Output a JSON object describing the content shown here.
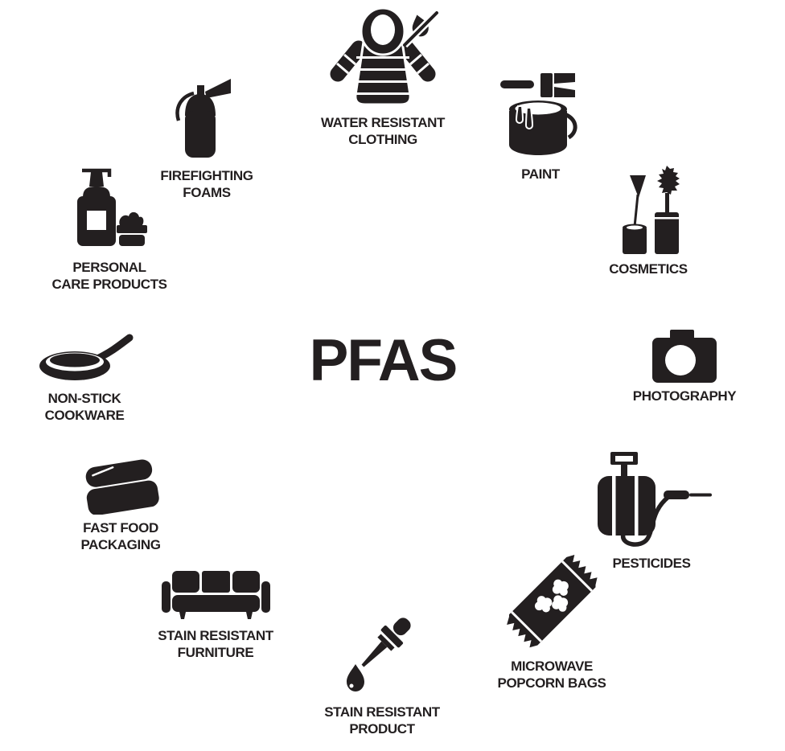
{
  "title": "PFAS",
  "colors": {
    "ink": "#231f20",
    "background": "#ffffff"
  },
  "items": [
    {
      "id": "water-resistant-clothing",
      "label": "WATER RESISTANT\nCLOTHING",
      "icon": "jacket-icon"
    },
    {
      "id": "paint",
      "label": "PAINT",
      "icon": "paint-can-icon"
    },
    {
      "id": "cosmetics",
      "label": "COSMETICS",
      "icon": "cosmetics-icon"
    },
    {
      "id": "photography",
      "label": "PHOTOGRAPHY",
      "icon": "camera-icon"
    },
    {
      "id": "pesticides",
      "label": "PESTICIDES",
      "icon": "sprayer-icon"
    },
    {
      "id": "microwave-popcorn-bags",
      "label": "MICROWAVE\nPOPCORN BAGS",
      "icon": "popcorn-bag-icon"
    },
    {
      "id": "stain-resistant-product",
      "label": "STAIN RESISTANT\nPRODUCT",
      "icon": "dropper-icon"
    },
    {
      "id": "stain-resistant-furniture",
      "label": "STAIN RESISTANT\nFURNITURE",
      "icon": "sofa-icon"
    },
    {
      "id": "fast-food-packaging",
      "label": "FAST FOOD\nPACKAGING",
      "icon": "food-container-icon"
    },
    {
      "id": "non-stick-cookware",
      "label": "NON-STICK\nCOOKWARE",
      "icon": "frying-pan-icon"
    },
    {
      "id": "personal-care-products",
      "label": "PERSONAL\nCARE PRODUCTS",
      "icon": "bottles-icon"
    },
    {
      "id": "firefighting-foams",
      "label": "FIREFIGHTING\nFOAMS",
      "icon": "fire-extinguisher-icon"
    }
  ]
}
